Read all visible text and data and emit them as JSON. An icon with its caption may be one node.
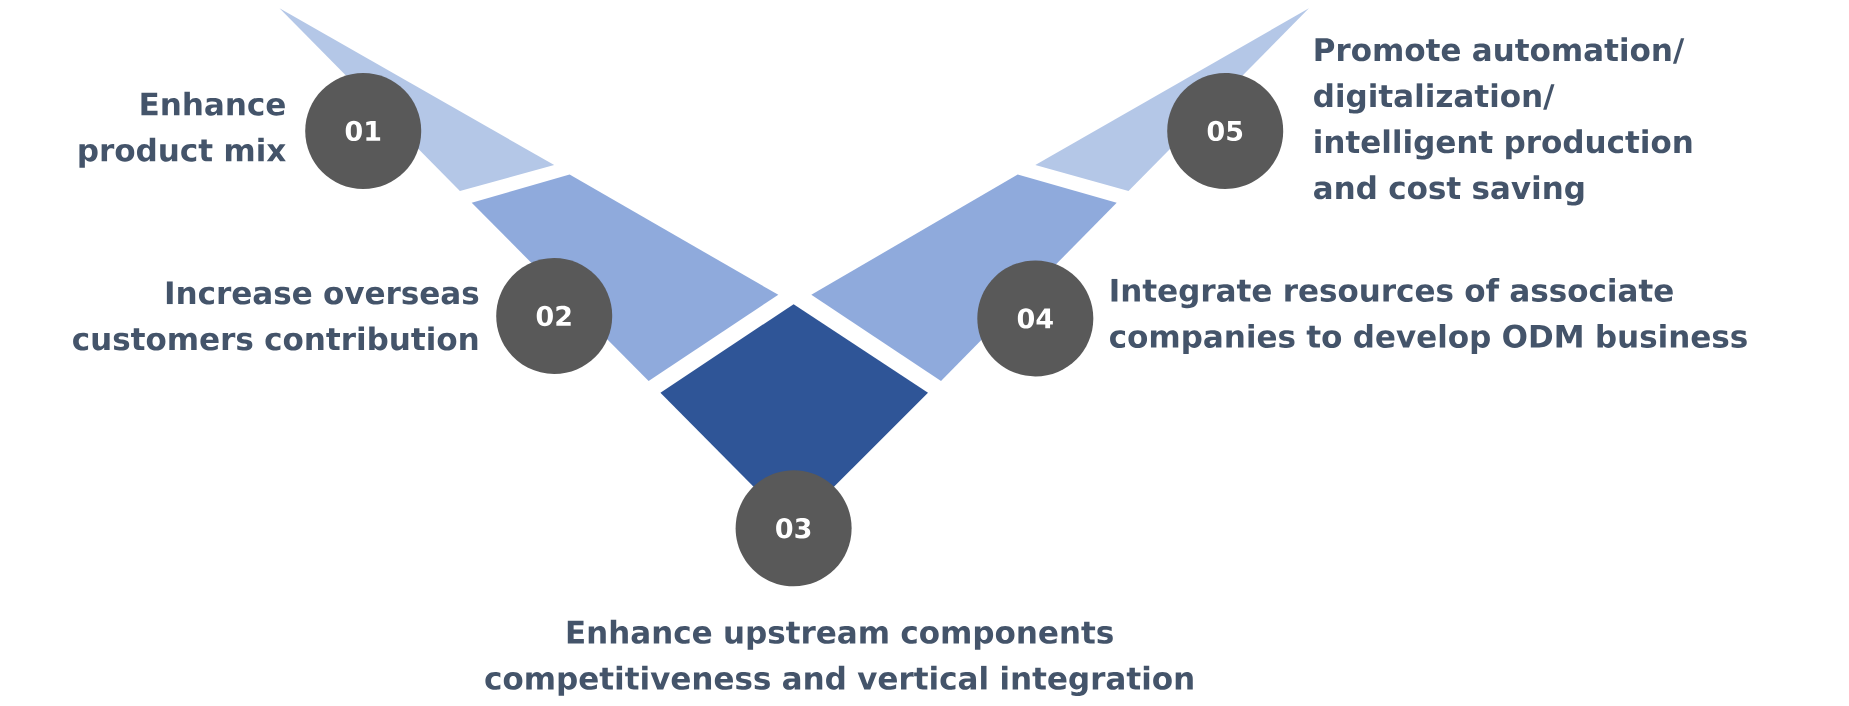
{
  "diagram": {
    "nodes": [
      {
        "text": [
          "01"
        ],
        "beside": [
          "Enhance product mix"
        ]
      },
      {
        "text": [
          "02"
        ],
        "beside": [
          "Increase overseas customers contribution"
        ]
      },
      {
        "text": [
          "03"
        ],
        "beside": [
          "Enhance upstream components competitiveness and vertical integration"
        ]
      },
      {
        "text": [
          "04"
        ],
        "beside": [
          "Integrate resources of associate companies to develop ODM business"
        ]
      },
      {
        "text": [
          "05"
        ],
        "beside": [
          "Promote automation/ digitalization/ intelligent production and cost saving"
        ]
      }
    ]
  }
}
